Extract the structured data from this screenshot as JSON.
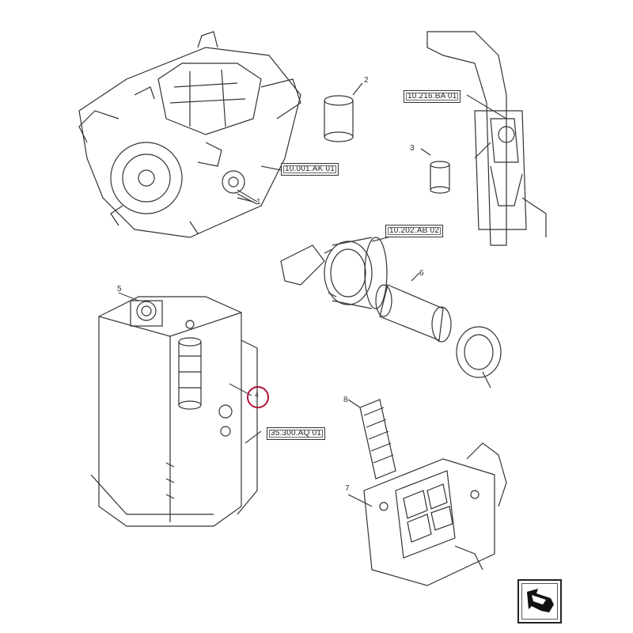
{
  "diagram": {
    "type": "exploded-parts-diagram",
    "subject": "Engine, filters and hydraulic tank assemblies",
    "reference_labels": [
      {
        "id": "ref-engine",
        "text": "10.001.AK 01"
      },
      {
        "id": "ref-fuel-filter",
        "text": "10.216.BA 01"
      },
      {
        "id": "ref-air-filter",
        "text": "10.202.AB 02"
      },
      {
        "id": "ref-hydraulic-tank",
        "text": "35.300.AQ 01"
      }
    ],
    "callouts": [
      {
        "number": "1",
        "part": "engine belt/pulley"
      },
      {
        "number": "2",
        "part": "oil filter"
      },
      {
        "number": "3",
        "part": "fuel filter element"
      },
      {
        "number": "4",
        "part": "hydraulic return filter",
        "highlighted": true
      },
      {
        "number": "5",
        "part": "hydraulic tank breather"
      },
      {
        "number": "6",
        "part": "air filter element"
      },
      {
        "number": "7",
        "part": "cab filter housing"
      },
      {
        "number": "8",
        "part": "cab air filter"
      }
    ],
    "highlight_color": "#b3123a",
    "navigation_icon": "return-arrow-icon"
  }
}
